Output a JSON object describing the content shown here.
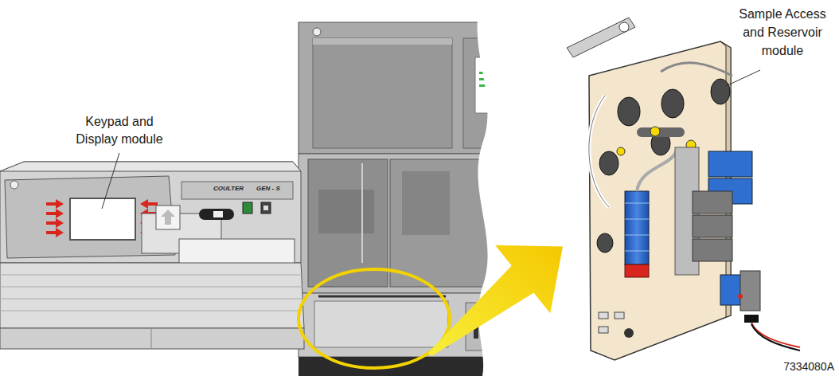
{
  "diagram": {
    "labels": [
      "Keypad and Display module",
      "Sample Access and Reservoir module",
      "7334080A",
      "COULTER",
      "GEN - S"
    ]
  }
}
